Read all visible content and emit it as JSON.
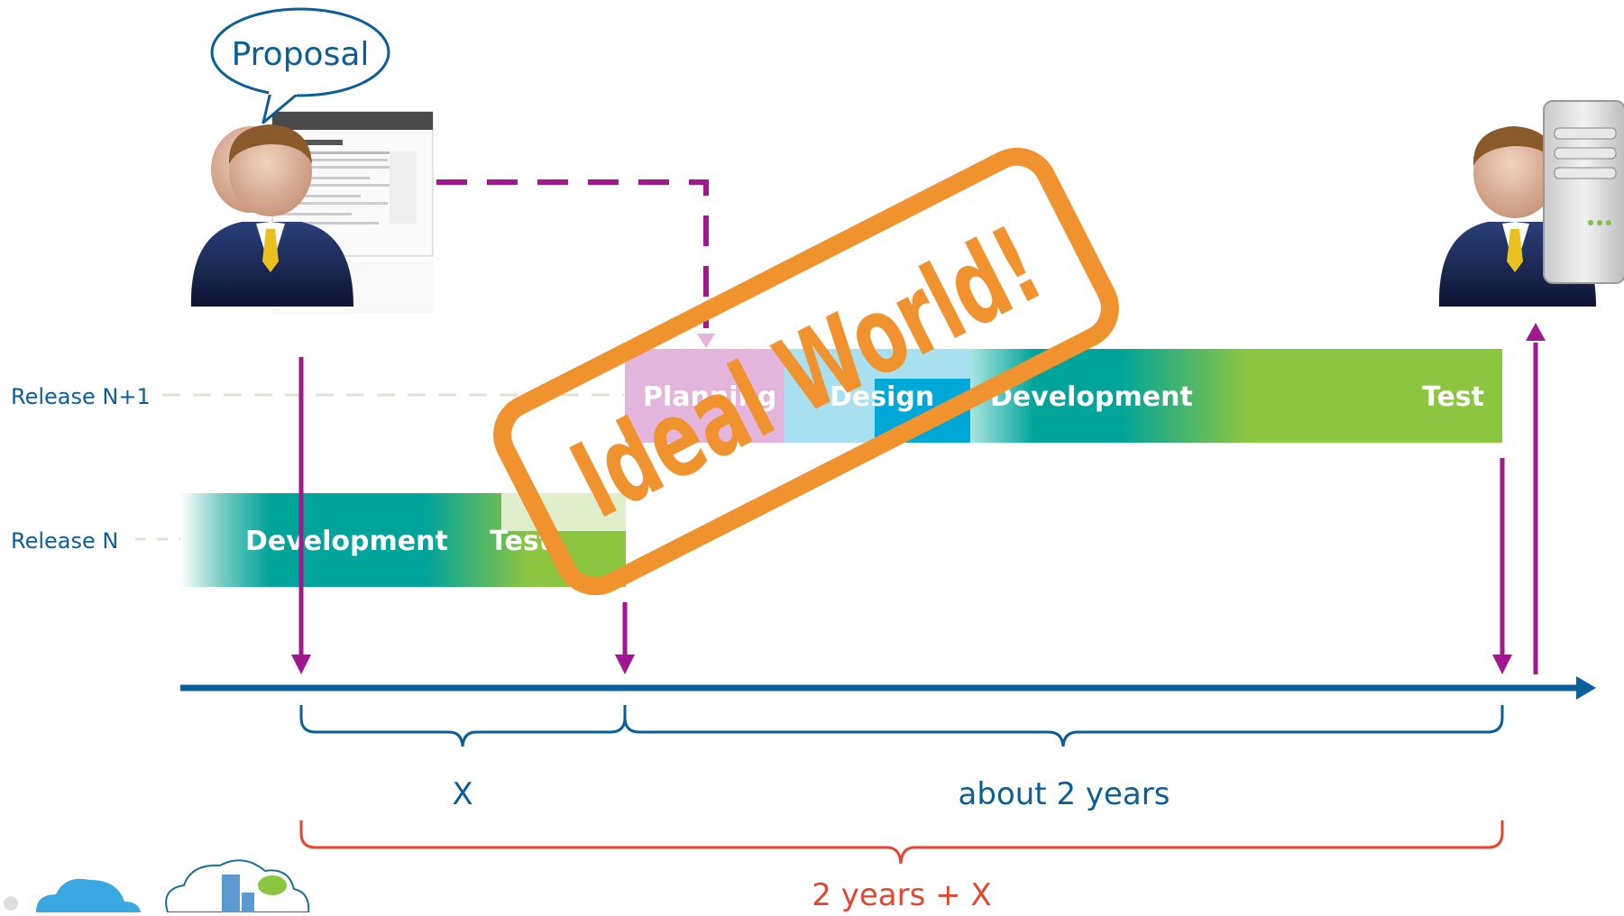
{
  "speech": {
    "text": "Proposal"
  },
  "rows": {
    "release_next": "Release N+1",
    "release_current": "Release N"
  },
  "release_next_phases": {
    "planning": "Planning",
    "design": "Design",
    "development": "Development",
    "test": "Test"
  },
  "release_current_phases": {
    "development": "Development",
    "test": "Test"
  },
  "spans": {
    "x": "X",
    "about": "about 2 years",
    "total": "2 years + X"
  },
  "stamp": {
    "text": "Ideal World!"
  },
  "colors": {
    "blue": "#0a5f9a",
    "magenta": "#a0178e",
    "orange": "#f0922d",
    "red": "#e8452f",
    "teal": "#00a49a",
    "green": "#8cc540",
    "pink": "#e4b5dc",
    "lightblue": "#a8e0f0"
  }
}
